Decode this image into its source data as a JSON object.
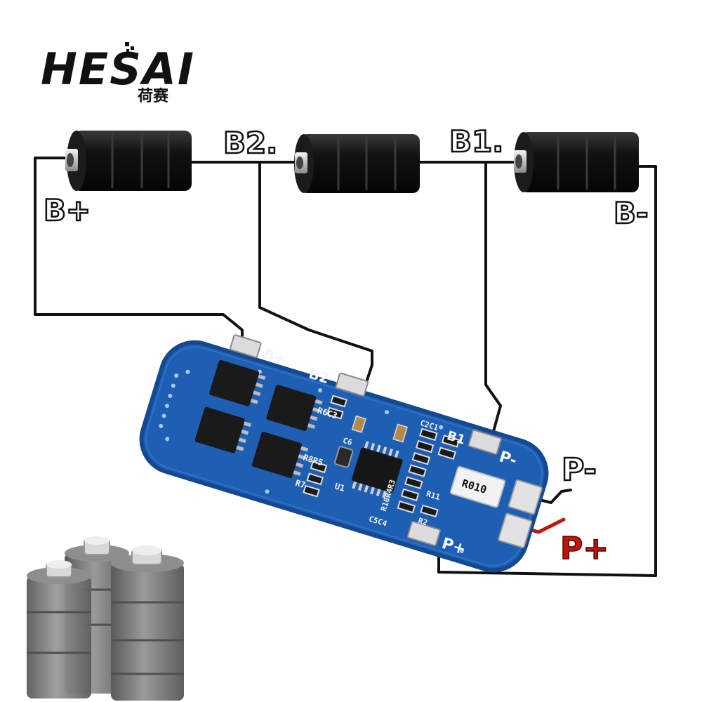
{
  "brand": {
    "name": "HESAI",
    "subtitle": "荷赛"
  },
  "labels": {
    "b_plus": "B+",
    "b2": "B2.",
    "b1": "B1.",
    "b_minus": "B-",
    "p_minus": "P-",
    "p_plus": "P+"
  },
  "pcb": {
    "pad_b_plus": "B+",
    "pad_b2": "B2",
    "pad_b1": "B1",
    "pad_p_minus": "P-",
    "pad_p_plus": "P+",
    "resistor": "R010",
    "component_labels": [
      "R6C3",
      "R8R5",
      "R7",
      "C6",
      "U1",
      "R10R4R3",
      "C2C1",
      "C5C4",
      "R11",
      "R2"
    ]
  },
  "colors": {
    "board": "#1e5fb4",
    "board_edge": "#14498f",
    "pad": "#dcdcdc",
    "chip": "#1a1a1a",
    "battery": "#111111",
    "wire": "#111111",
    "wire_red": "#c0140c",
    "p_plus_text": "#c0140c",
    "stack_gray": "#7d7d7d"
  },
  "icons": [
    "battery-icon",
    "battery-stack-icon",
    "chip-icon"
  ]
}
